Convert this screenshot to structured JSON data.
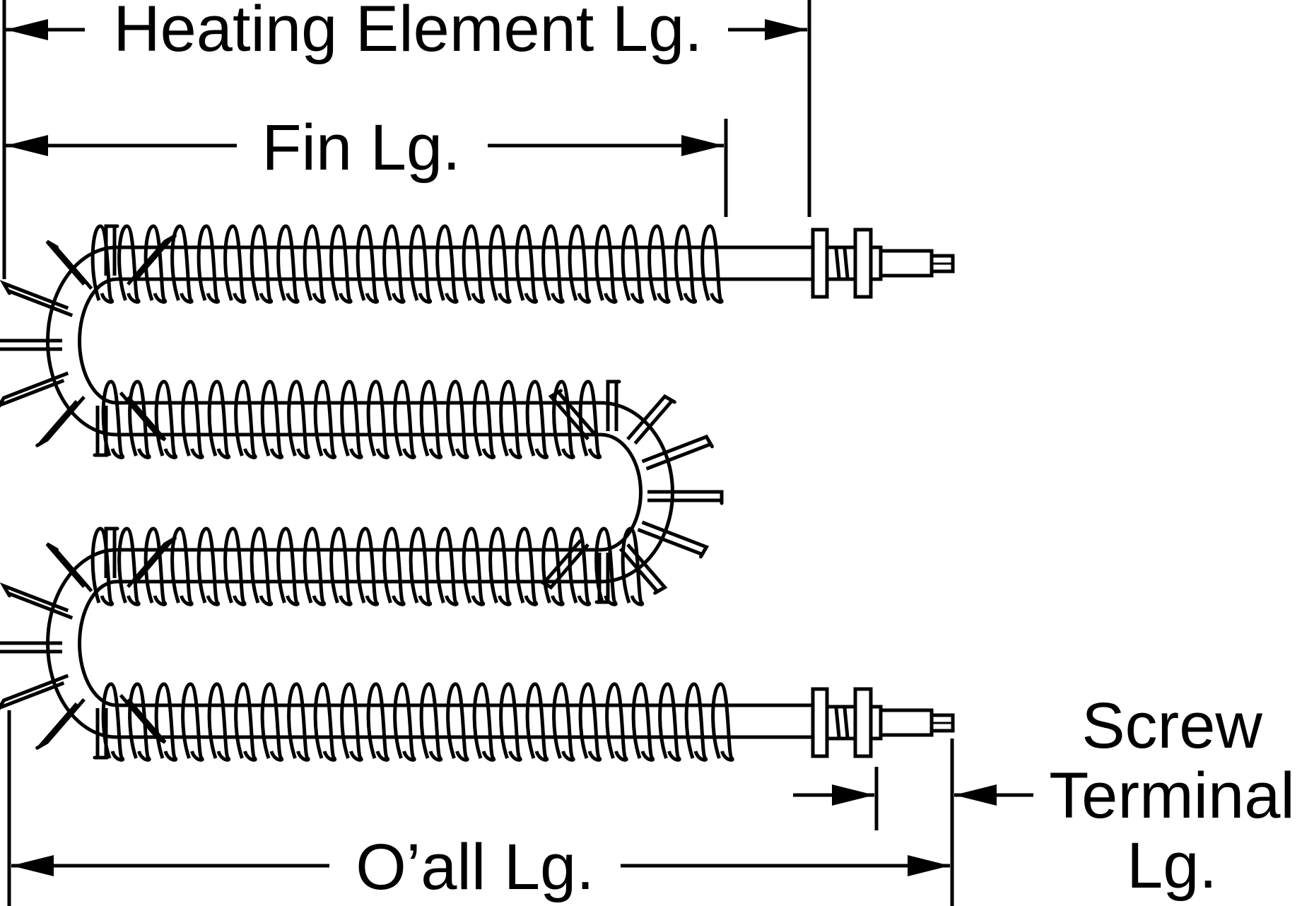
{
  "labels": {
    "heating_element_length": "Heating Element Lg.",
    "fin_length": "Fin Lg.",
    "overall_length": "O’all Lg.",
    "screw_terminal_line1": "Screw",
    "screw_terminal_line2": "Terminal",
    "screw_terminal_line3": "Lg."
  },
  "colors": {
    "ink": "#000000",
    "background": "#ffffff"
  }
}
